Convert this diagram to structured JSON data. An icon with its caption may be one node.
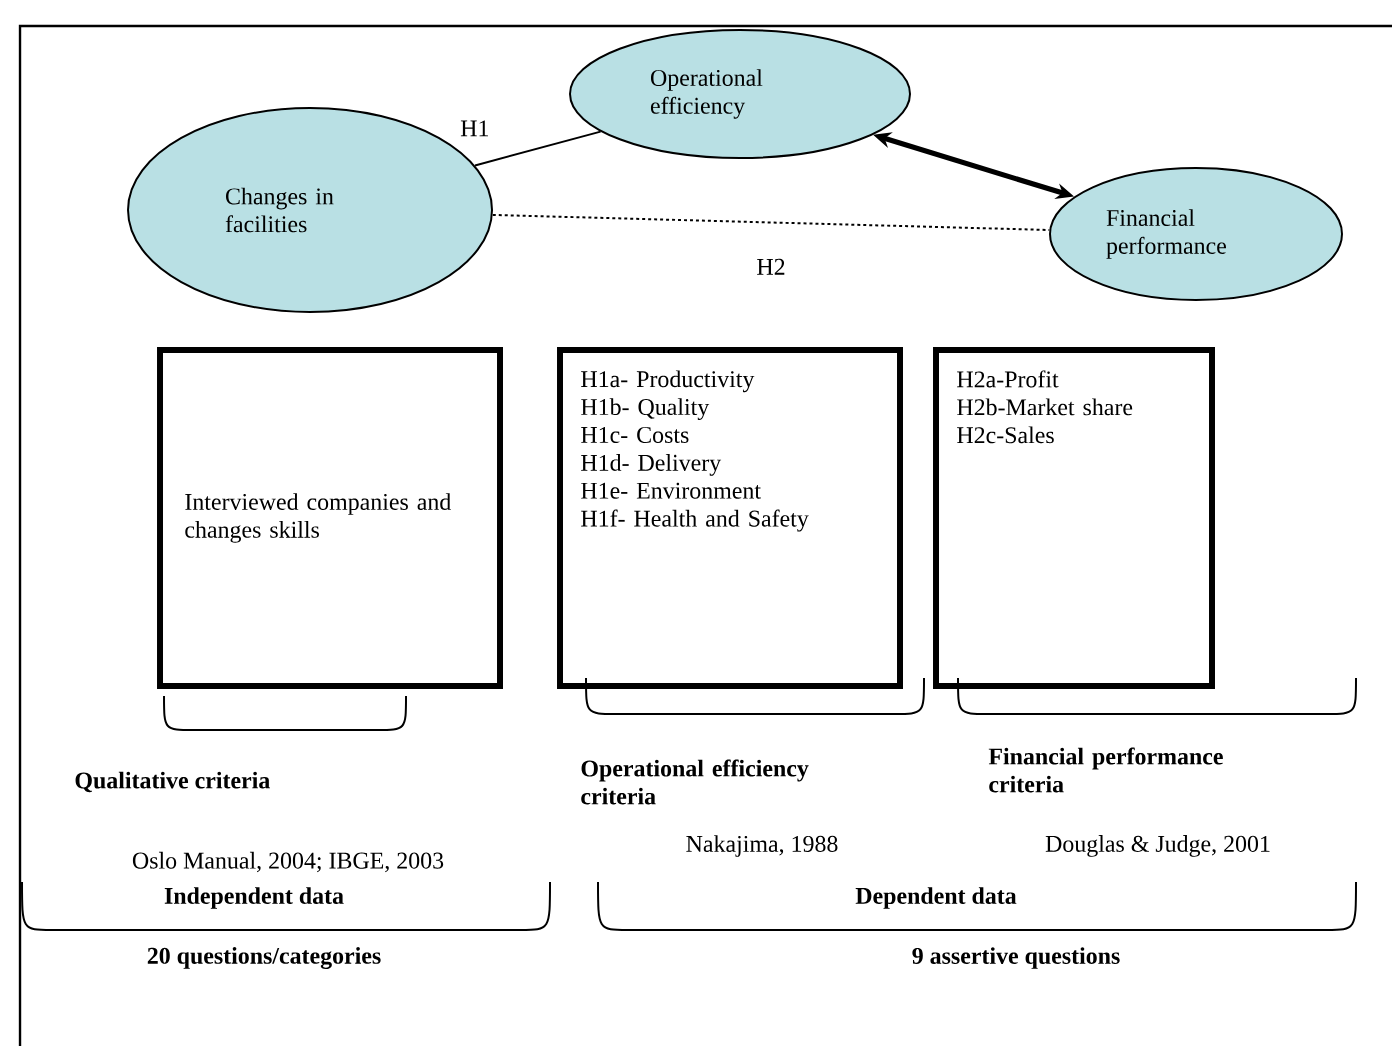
{
  "diagram": {
    "nodes": [
      {
        "text": [
          "Changes in facilities"
        ]
      },
      {
        "text": [
          "Operational efficiency"
        ]
      },
      {
        "text": [
          "Financial performance"
        ]
      },
      {
        "text": [
          "Interviewed companies and changes skills"
        ]
      },
      {
        "text": [
          "H1a- Productivity",
          "H1b- Quality",
          "H1c- Costs",
          "H1d- Delivery",
          "H1e- Environment",
          "H1f- Health and Safety"
        ]
      },
      {
        "text": [
          "H2a-Profit",
          "H2b-Market share",
          "H2c-Sales"
        ]
      }
    ],
    "edges": [
      {
        "from": 0,
        "to": 1,
        "arrow": "none",
        "label": "H1"
      },
      {
        "from": 0,
        "to": 2,
        "arrow": "none",
        "label": "H2",
        "style": "dashed"
      },
      {
        "from": 1,
        "to": 2,
        "arrow": "both",
        "style": "thick"
      }
    ],
    "labels": [
      "Qualitative criteria",
      "Operational efficiency criteria",
      "Financial performance criteria",
      "Oslo Manual, 2004; IBGE, 2003",
      "Nakajima, 1988",
      "Douglas & Judge, 2001",
      "Independent data",
      "Dependent data",
      "20 questions/categories",
      "9 assertive questions"
    ]
  }
}
